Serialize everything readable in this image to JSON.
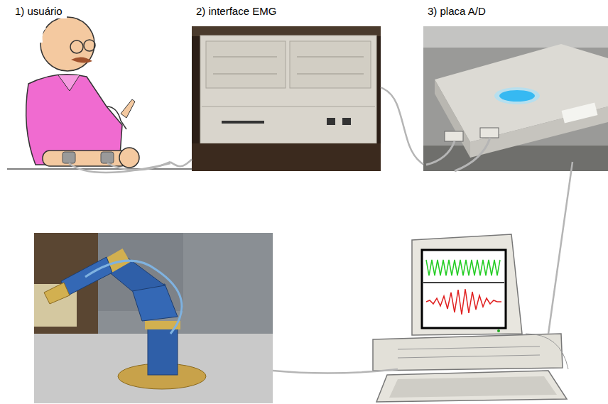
{
  "diagram": {
    "nodes": [
      {
        "text": [
          "1) usuário"
        ]
      },
      {
        "text": [
          "2) interface EMG"
        ]
      },
      {
        "text": [
          "3) placa A/D"
        ]
      }
    ],
    "edges": [
      {
        "from": 0,
        "to": 1,
        "arrow": "none"
      },
      {
        "from": 1,
        "to": 2,
        "arrow": "none"
      }
    ]
  }
}
